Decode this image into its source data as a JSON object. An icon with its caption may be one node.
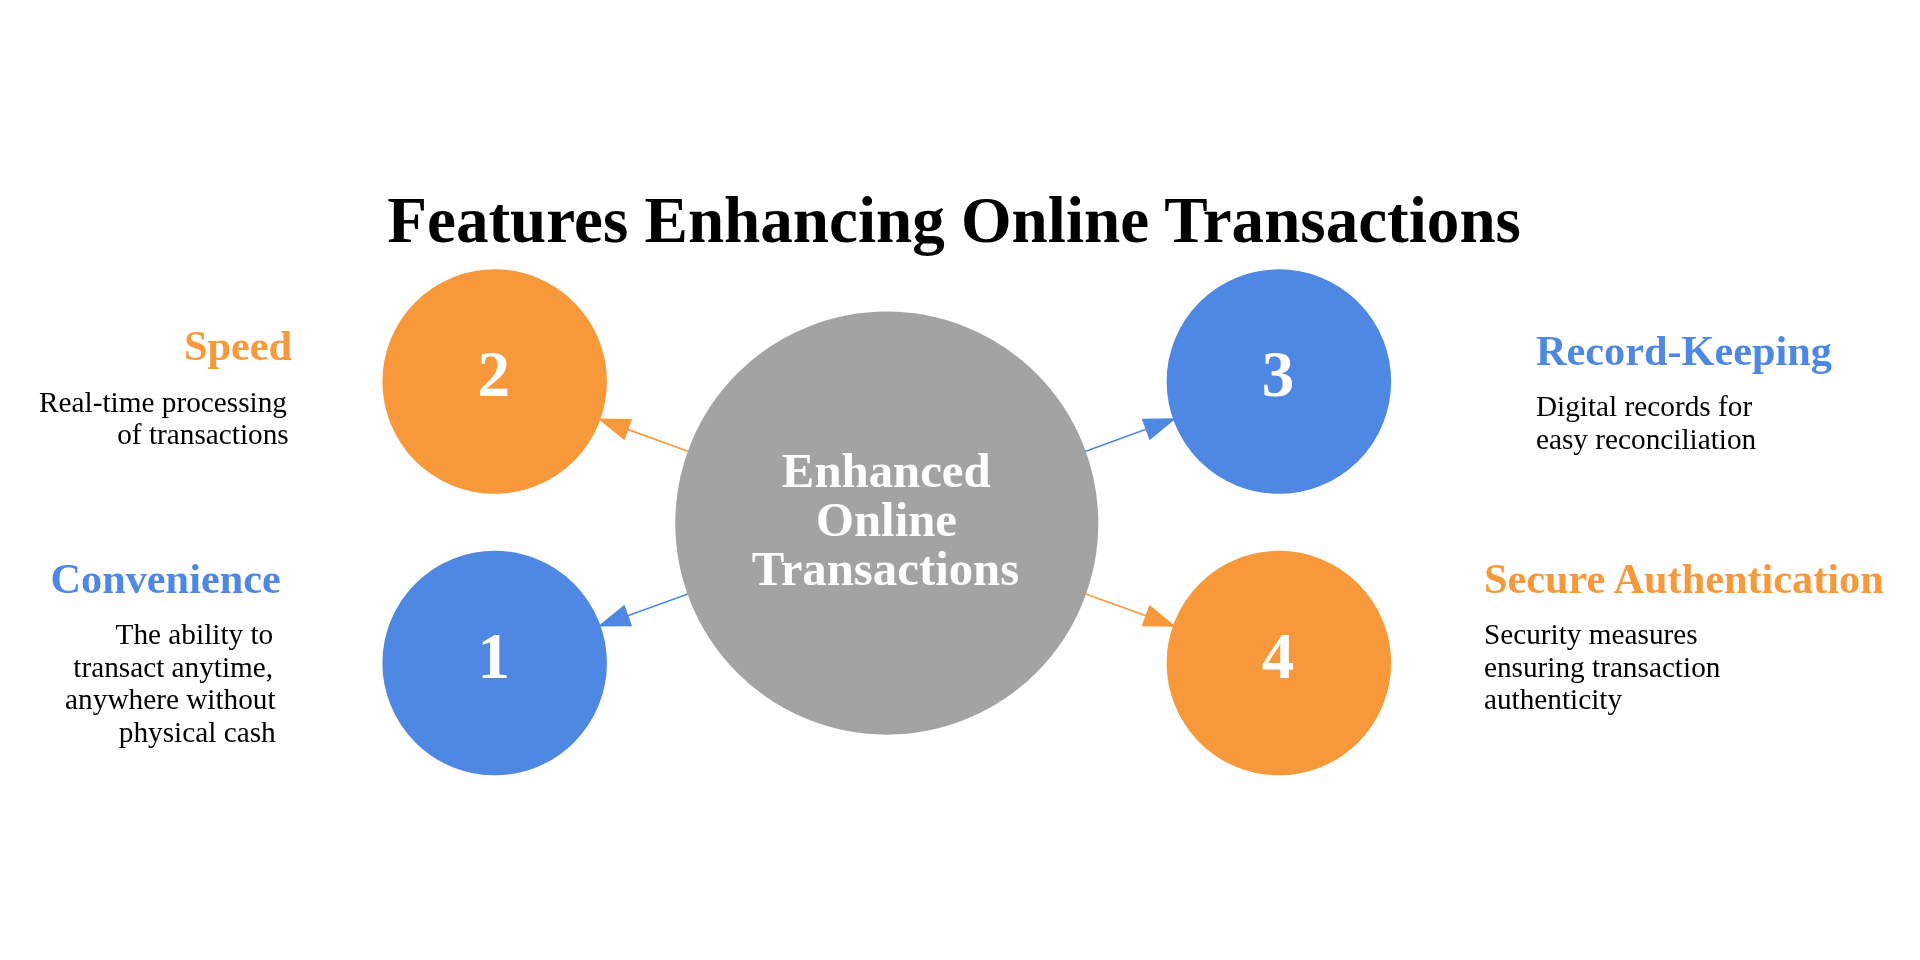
{
  "diagram": {
    "title": "Features Enhancing Online Transactions",
    "nodes": [
      {
        "text": [
          "2"
        ],
        "beside": [
          "Speed",
          "Real-time processing of transactions"
        ]
      },
      {
        "text": [
          "Enhanced Online Transactions"
        ]
      },
      {
        "text": [
          "3"
        ],
        "beside": [
          "Record-Keeping",
          "Digital records for easy reconciliation"
        ]
      },
      {
        "text": [
          "1"
        ],
        "beside": [
          "Convenience",
          "The ability to transact anytime, anywhere without physical cash"
        ]
      },
      {
        "text": [
          "4"
        ],
        "beside": [
          "Secure Authentication",
          "Security measures ensuring transaction authenticity"
        ]
      }
    ],
    "edges": [
      {
        "from": 1,
        "to": 0,
        "arrow": "to",
        "color": "#f7993b"
      },
      {
        "from": 1,
        "to": 2,
        "arrow": "to",
        "color": "#4f88e3"
      },
      {
        "from": 1,
        "to": 3,
        "arrow": "to",
        "color": "#4f88e3"
      },
      {
        "from": 1,
        "to": 4,
        "arrow": "to",
        "color": "#f7993b"
      }
    ]
  }
}
